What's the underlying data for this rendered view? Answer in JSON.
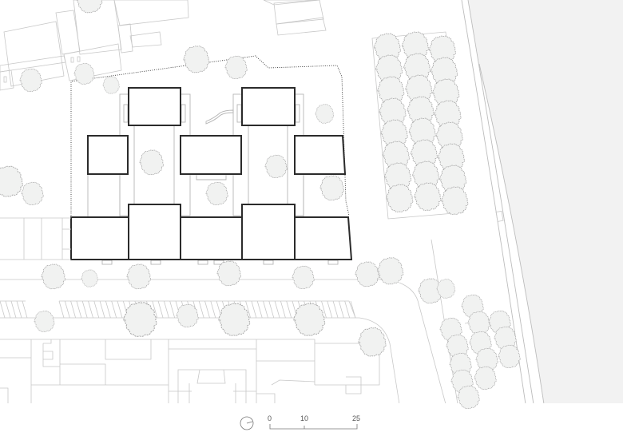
{
  "drawing": {
    "type": "site-plan",
    "background_color": "#ffffff",
    "water_color": "#f2f2f2",
    "building_outline_color": "#2b2b2b",
    "context_line_color": "#c8c8c8",
    "tree_fill_color": "#f1f2f1"
  },
  "scale_bar": {
    "labels": [
      "0",
      "10",
      "25"
    ],
    "unit": "m"
  },
  "north_arrow": {
    "icon": "north-arrow-icon"
  }
}
